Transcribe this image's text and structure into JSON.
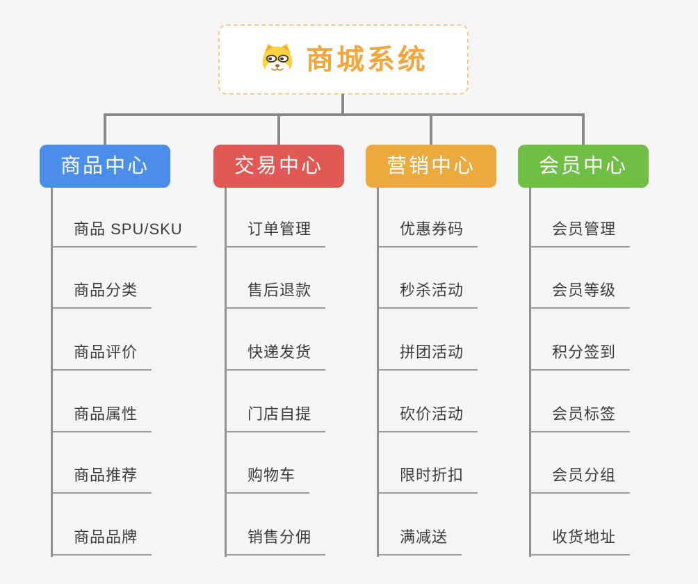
{
  "page": {
    "background_color": "#f5f5f5",
    "connector_color": "#8a8a8a"
  },
  "root": {
    "title": "商城系统",
    "icon": "shiba-dog-face-icon",
    "text_color": "#f2a73e",
    "border_color": "#f7cc80"
  },
  "branches": [
    {
      "label": "商品中心",
      "color": "#4a8ee9",
      "items": [
        "商品 SPU/SKU",
        "商品分类",
        "商品评价",
        "商品属性",
        "商品推荐",
        "商品品牌"
      ]
    },
    {
      "label": "交易中心",
      "color": "#e15854",
      "items": [
        "订单管理",
        "售后退款",
        "快递发货",
        "门店自提",
        "购物车",
        "销售分佣"
      ]
    },
    {
      "label": "营销中心",
      "color": "#eca93e",
      "items": [
        "优惠券码",
        "秒杀活动",
        "拼团活动",
        "砍价活动",
        "限时折扣",
        "满减送"
      ]
    },
    {
      "label": "会员中心",
      "color": "#6fbf45",
      "items": [
        "会员管理",
        "会员等级",
        "积分签到",
        "会员标签",
        "会员分组",
        "收货地址"
      ]
    }
  ]
}
